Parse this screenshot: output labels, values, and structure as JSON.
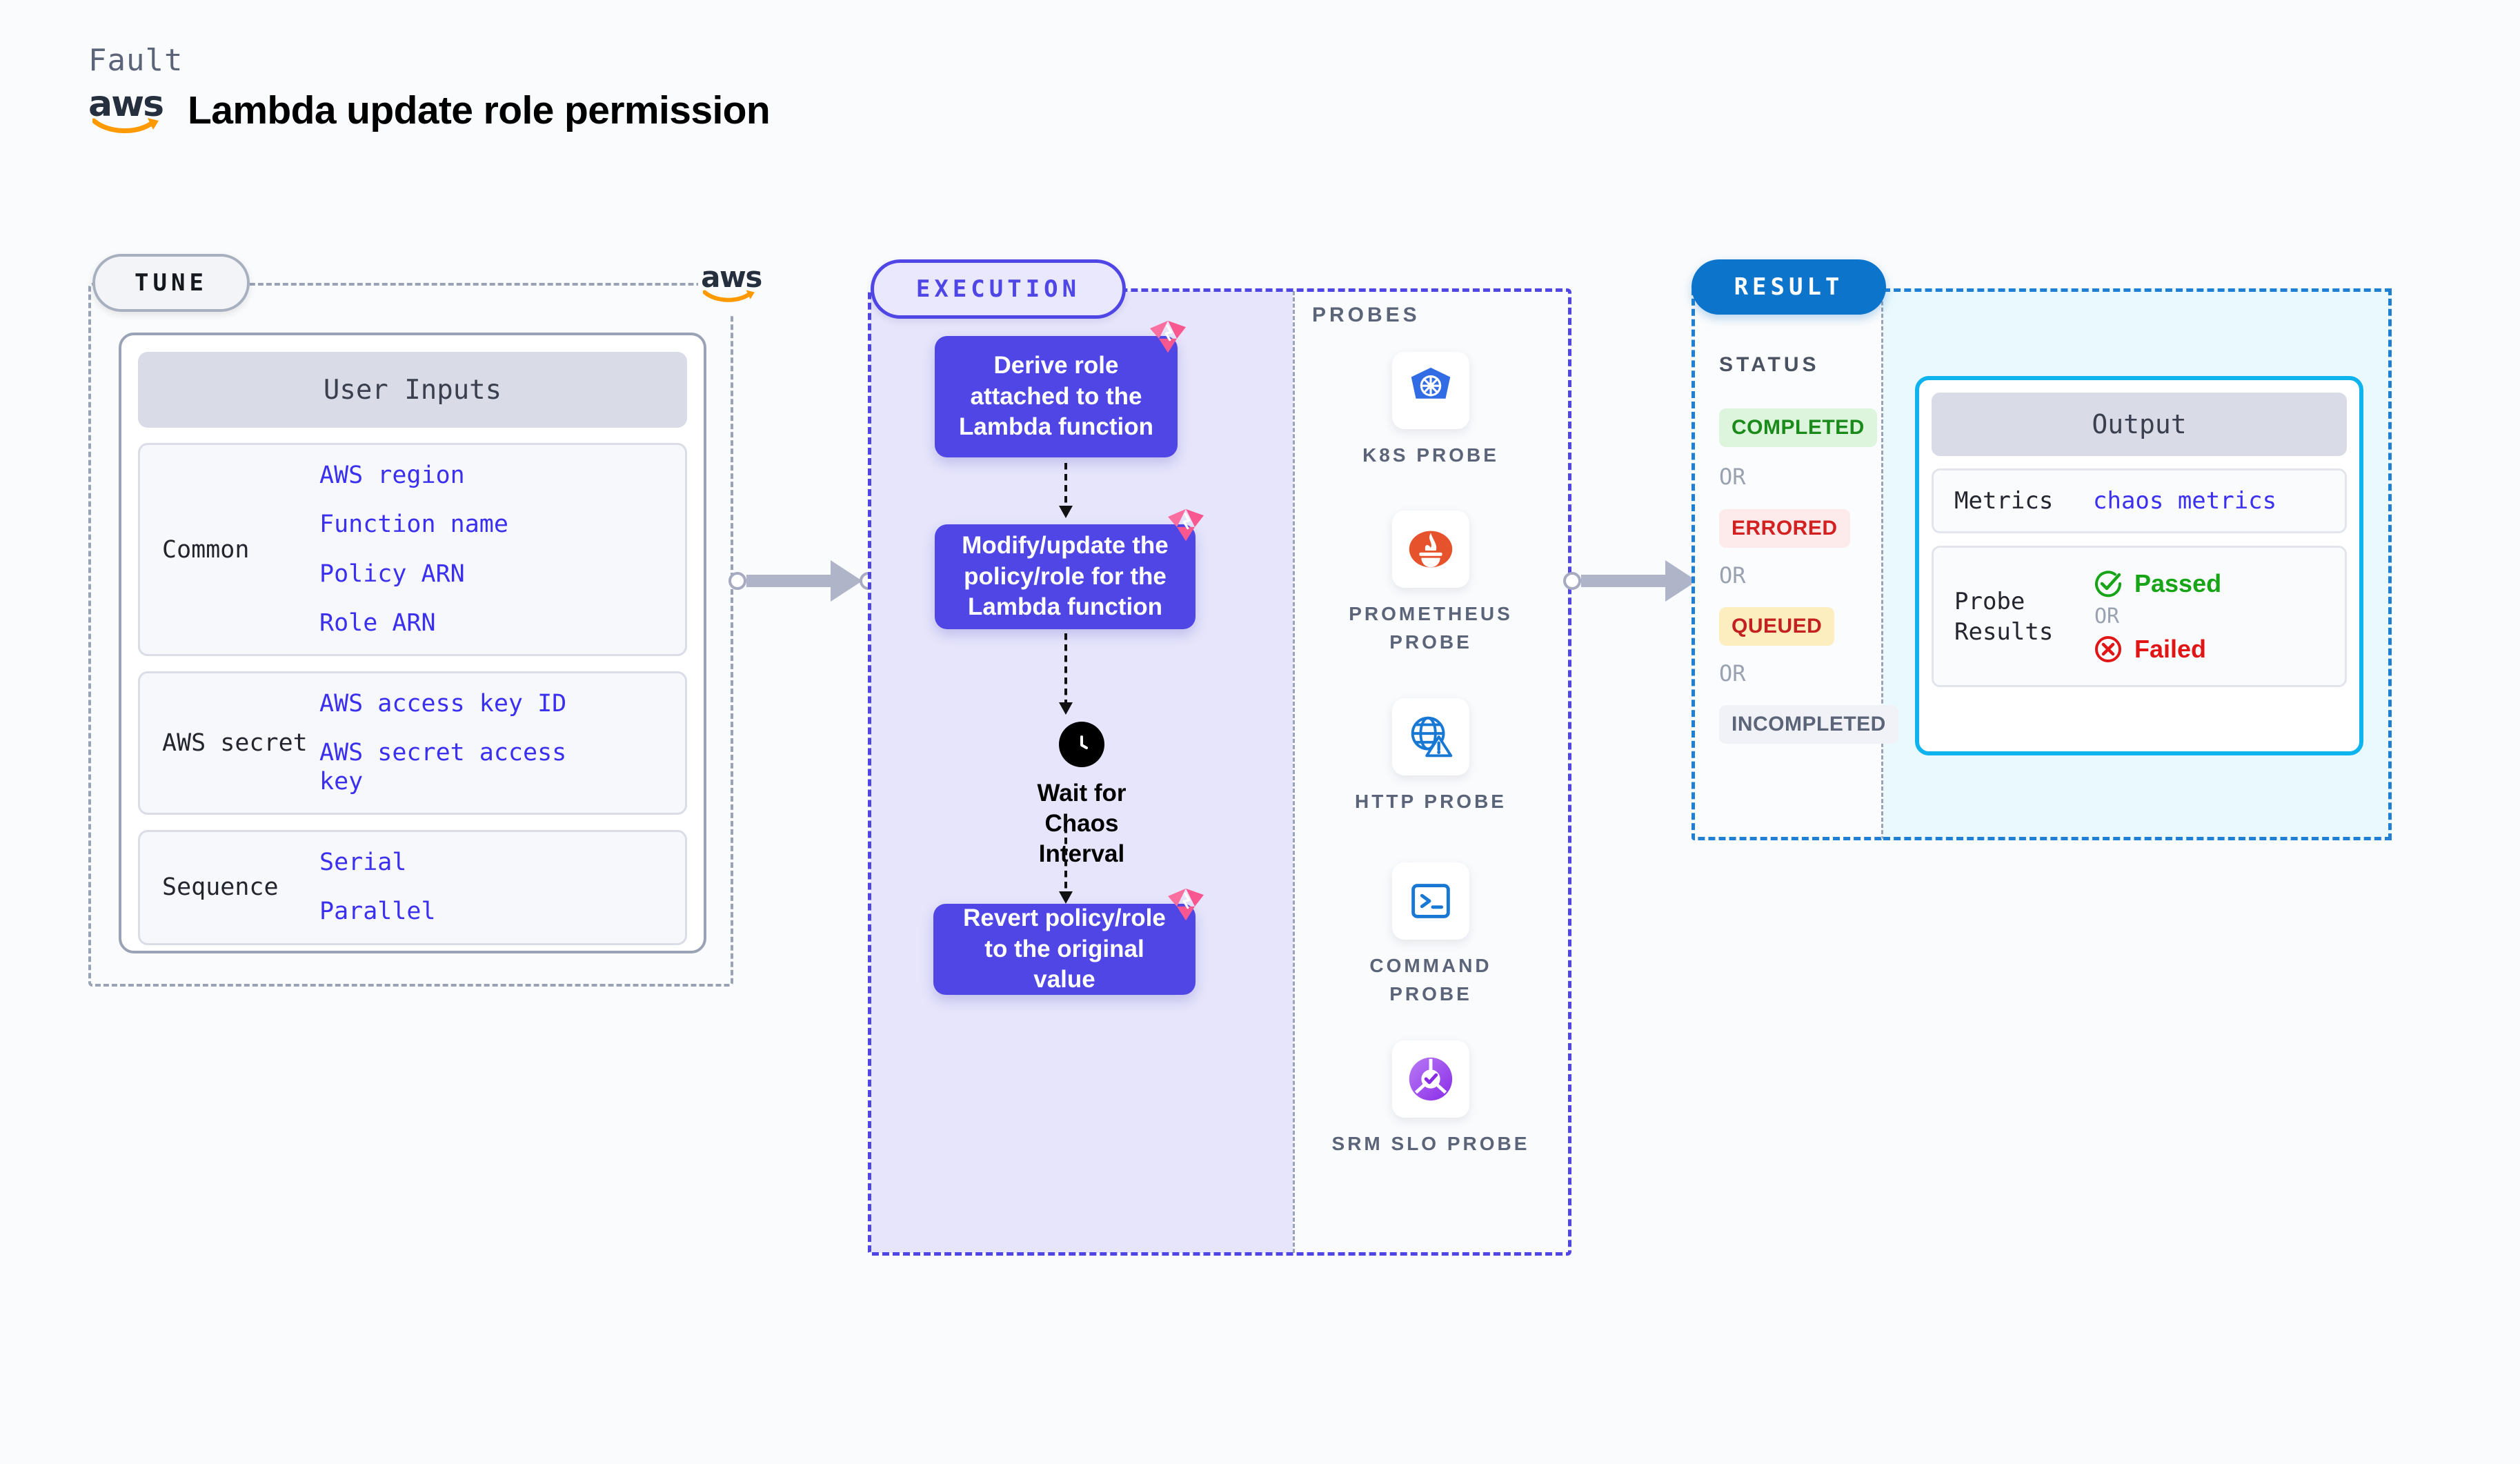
{
  "header": {
    "fault_label": "Fault",
    "title": "Lambda update role permission",
    "logo_name": "aws"
  },
  "tune": {
    "pill_label": "TUNE",
    "aws_logo_name": "aws",
    "card_title": "User Inputs",
    "groups": [
      {
        "label": "Common",
        "values": [
          "AWS region",
          "Function name",
          "Policy ARN",
          "Role ARN"
        ]
      },
      {
        "label": "AWS secret",
        "values": [
          "AWS access key ID",
          "AWS secret access key"
        ]
      },
      {
        "label": "Sequence",
        "values": [
          "Serial",
          "Parallel"
        ]
      }
    ]
  },
  "execution": {
    "pill_label": "EXECUTION",
    "steps": [
      {
        "text": "Derive role attached to the Lambda function",
        "badge": "litmus-chaos-badge"
      },
      {
        "text": "Modify/update the policy/role for the Lambda function",
        "badge": "litmus-chaos-badge"
      },
      {
        "text": "Revert policy/role to the original value",
        "badge": "litmus-chaos-badge"
      }
    ],
    "wait_node": {
      "label": "Wait for Chaos Interval",
      "icon": "clock-icon"
    }
  },
  "probes": {
    "title": "PROBES",
    "items": [
      {
        "label": "K8S PROBE",
        "icon": "kubernetes-icon"
      },
      {
        "label": "PROMETHEUS PROBE",
        "icon": "prometheus-icon"
      },
      {
        "label": "HTTP PROBE",
        "icon": "http-globe-warning-icon"
      },
      {
        "label": "COMMAND PROBE",
        "icon": "terminal-icon"
      },
      {
        "label": "SRM SLO PROBE",
        "icon": "srm-slo-icon"
      }
    ]
  },
  "result": {
    "pill_label": "RESULT",
    "status_title": "STATUS",
    "or_label": "OR",
    "statuses": [
      {
        "label": "COMPLETED",
        "text_color": "#1a8a1a",
        "bg_color": "#ddf5dc"
      },
      {
        "label": "ERRORED",
        "text_color": "#d32020",
        "bg_color": "#fdeaea"
      },
      {
        "label": "QUEUED",
        "text_color": "#c42020",
        "bg_color": "#fdeec0"
      },
      {
        "label": "INCOMPLETED",
        "text_color": "#5b6478",
        "bg_color": "#f1f2f7"
      }
    ],
    "output": {
      "title": "Output",
      "metrics_label": "Metrics",
      "metrics_value": "chaos metrics",
      "probe_results_label": "Probe Results",
      "passed_label": "Passed",
      "failed_label": "Failed",
      "or_label": "OR",
      "passed_icon": "check-circle-icon",
      "failed_icon": "x-circle-icon",
      "border_color": "#0fb4ef",
      "passed_color": "#17a417",
      "failed_color": "#e11515"
    }
  },
  "connectors": [
    {
      "name": "tune-to-execution"
    },
    {
      "name": "probes-to-result"
    }
  ],
  "colors": {
    "primary_purple": "#4f46e5",
    "result_blue": "#0d74cc",
    "link_blue": "#3b30f0",
    "badge_pink": "#f8588f"
  }
}
